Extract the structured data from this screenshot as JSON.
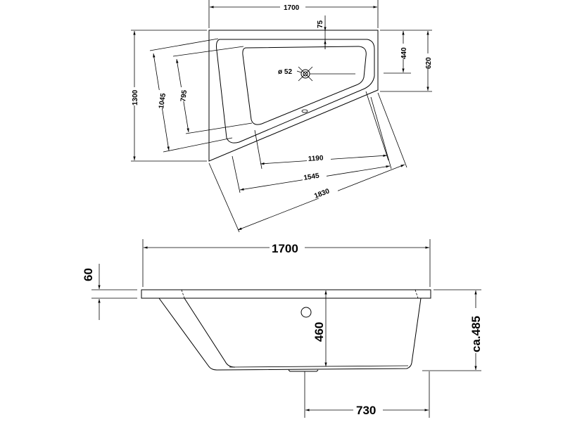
{
  "plan_view": {
    "width_1700": "1700",
    "rim_75": "75",
    "dim_440": "440",
    "dim_620": "620",
    "depth_1300": "1300",
    "dim_1045": "1045",
    "dim_795": "795",
    "dim_1190": "1190",
    "dim_1545": "1545",
    "dim_1830": "1830",
    "drain_diameter": "ø 52"
  },
  "section_view": {
    "width_1700": "1700",
    "rim_60": "60",
    "inner_depth_460": "460",
    "total_height": "ca.485",
    "foot_730": "730"
  }
}
